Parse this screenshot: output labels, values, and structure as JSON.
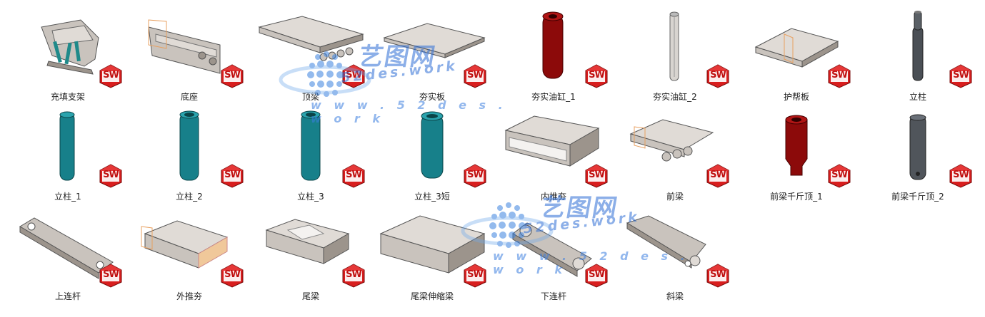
{
  "badge": {
    "text": "SW",
    "color": "#d81e1e"
  },
  "watermark": {
    "cn": "艺图网",
    "en": "52des.work",
    "url": "w w w . 5 2 d e s . w o r k"
  },
  "rows": [
    [
      {
        "label": "充填支架",
        "icon": "support-assembly-icon"
      },
      {
        "label": "底座",
        "icon": "base-icon"
      },
      {
        "label": "顶梁",
        "icon": "top-beam-icon"
      },
      {
        "label": "夯实板",
        "icon": "tamping-plate-icon"
      },
      {
        "label": "夯实油缸_1",
        "icon": "red-cylinder-icon"
      },
      {
        "label": "夯实油缸_2",
        "icon": "rod-cylinder-icon"
      },
      {
        "label": "护帮板",
        "icon": "side-guard-icon"
      },
      {
        "label": "立柱",
        "icon": "dark-column-icon"
      }
    ],
    [
      {
        "label": "立柱_1",
        "icon": "teal-column-icon"
      },
      {
        "label": "立柱_2",
        "icon": "teal-tube-icon"
      },
      {
        "label": "立柱_3",
        "icon": "teal-tube-icon"
      },
      {
        "label": "立柱_3短",
        "icon": "teal-tube-short-icon"
      },
      {
        "label": "内推夯",
        "icon": "inner-pusher-icon"
      },
      {
        "label": "前梁",
        "icon": "front-beam-icon"
      },
      {
        "label": "前梁千斤顶_1",
        "icon": "red-jack-icon"
      },
      {
        "label": "前梁千斤顶_2",
        "icon": "dark-jack-icon"
      }
    ],
    [
      {
        "label": "上连杆",
        "icon": "upper-link-icon"
      },
      {
        "label": "外推夯",
        "icon": "outer-pusher-icon"
      },
      {
        "label": "尾梁",
        "icon": "tail-beam-icon"
      },
      {
        "label": "尾梁伸缩梁",
        "icon": "tail-extension-beam-icon"
      },
      {
        "label": "下连杆",
        "icon": "lower-link-icon"
      },
      {
        "label": "斜梁",
        "icon": "inclined-beam-icon"
      }
    ]
  ]
}
